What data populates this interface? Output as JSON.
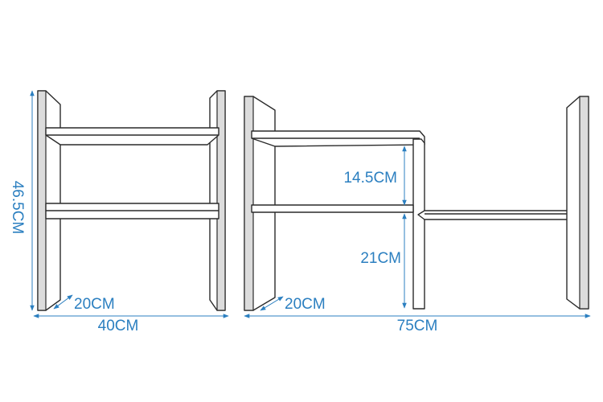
{
  "left_unit": {
    "height_label": "46.5CM",
    "depth_label": "20CM",
    "width_label": "40CM"
  },
  "right_unit": {
    "upper_gap_label": "14.5CM",
    "lower_gap_label": "21CM",
    "depth_label": "20CM",
    "width_label": "75CM"
  },
  "colors": {
    "dimension": "#2b7fc0",
    "outline": "#2a2a2a"
  }
}
